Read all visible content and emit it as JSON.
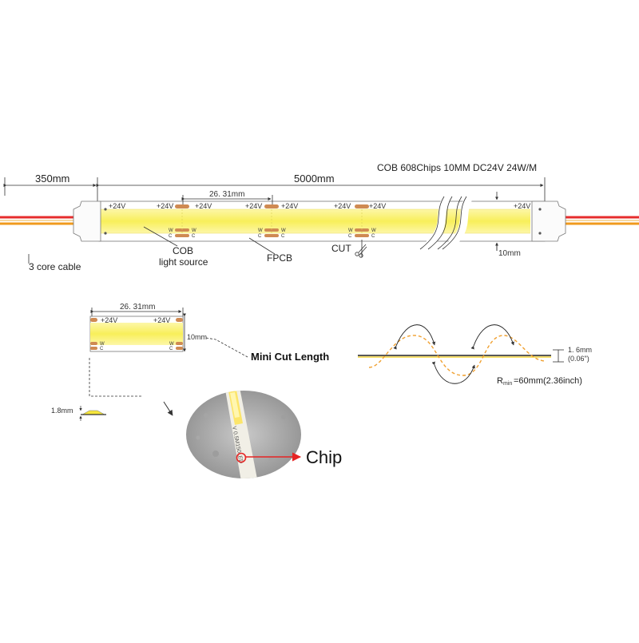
{
  "spec": "COB   608Chips   10MM   DC24V  24W/M",
  "dims": {
    "cable_length": "350mm",
    "strip_length": "5000mm",
    "cut_length": "26. 31mm",
    "width": "10mm",
    "chip_height": "1.8mm",
    "thickness": "1. 6mm",
    "thickness_inch": "(0.06\")"
  },
  "labels": {
    "core_cable": "3 core cable",
    "cob_line1": "COB",
    "cob_line2": "light source",
    "fpcb": "FPCB",
    "cut": "CUT",
    "mini_cut": "Mini Cut Length",
    "chip": "Chip",
    "rmin_prefix": "R",
    "rmin_sub": "min",
    "rmin_value": "=60mm(2.36inch)",
    "pad_pos": "+24V",
    "pad_w": "W",
    "pad_c": "C",
    "print_text": "V 0.5M150LED"
  },
  "colors": {
    "cob_yellow": "#f8ef5a",
    "cob_glow": "#fffbd2",
    "pad_copper": "#cf8a52",
    "cable_red": "#e62c2c",
    "cable_orange": "#f09a1c",
    "cable_cream": "#f5d9a4",
    "arrow_red": "#e62424",
    "dash_orange": "#f0a030"
  }
}
